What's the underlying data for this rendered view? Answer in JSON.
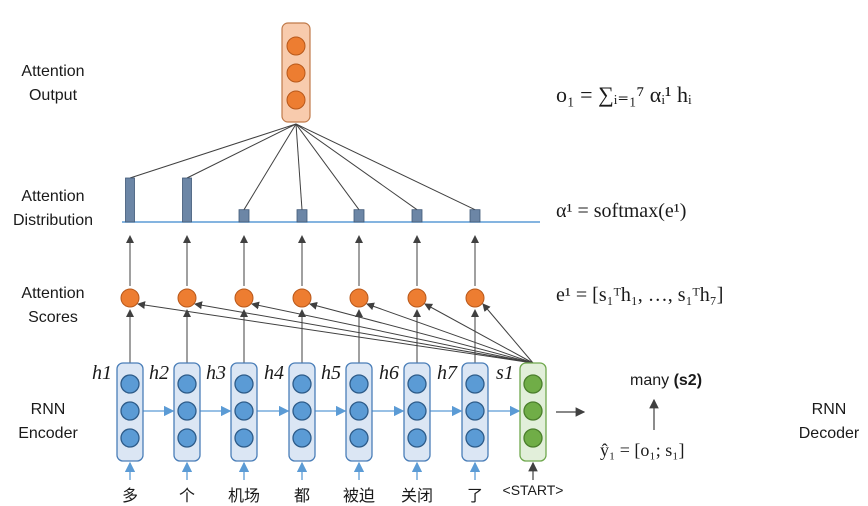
{
  "left_labels": {
    "attention_output": [
      "Attention",
      "Output"
    ],
    "attention_distribution": [
      "Attention",
      "Distribution"
    ],
    "attention_scores": [
      "Attention",
      "Scores"
    ],
    "rnn_encoder": [
      "RNN",
      "Encoder"
    ]
  },
  "right_labels": {
    "rnn_decoder": [
      "RNN",
      "Decoder"
    ]
  },
  "equations": {
    "output": "o₁ = ∑ᵢ₌₁⁷ αᵢ¹ hᵢ",
    "distribution": "α¹ = softmax(e¹)",
    "scores": "e¹ = [s₁ᵀh₁, …, s₁ᵀh₇]",
    "decoder_input": "ŷ₁ = [o₁; s₁]"
  },
  "encoder_hidden_labels": [
    "h1",
    "h2",
    "h3",
    "h4",
    "h5",
    "h6",
    "h7"
  ],
  "decoder_hidden_label": "s1",
  "source_tokens": [
    "多",
    "个",
    "机场",
    "都",
    "被迫",
    "关闭",
    "了"
  ],
  "decoder_input_token": "<START>",
  "prediction": {
    "word": "many",
    "tag": "(s2)"
  },
  "attention_weights_relative": [
    1.0,
    1.0,
    0.28,
    0.28,
    0.28,
    0.28,
    0.28
  ],
  "colors": {
    "encoder_cell_fill": "#dbe6f4",
    "encoder_cell_border": "#4a7eb8",
    "encoder_node": "#5b9bd5",
    "decoder_cell_fill": "#e2efda",
    "decoder_cell_border": "#6fa84d",
    "decoder_node": "#70ad47",
    "output_cell_fill": "#f8cbad",
    "output_node": "#ed7d31",
    "score_node": "#ed7d31",
    "bar": "#6c86a6",
    "axis": "#5b9bd5",
    "line": "#404040"
  }
}
